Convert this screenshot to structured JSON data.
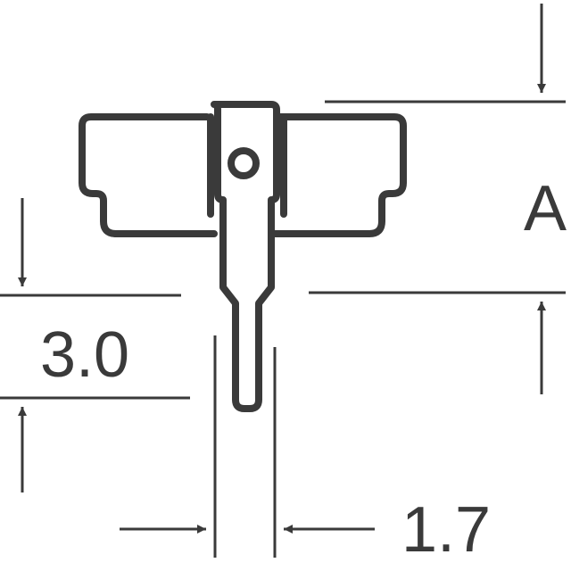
{
  "diagram": {
    "stroke_color": "#3a3a3a",
    "background": "#ffffff",
    "dimensions": {
      "height_label": "A",
      "pin_length_label": "3.0",
      "pin_width_label": "1.7"
    }
  }
}
